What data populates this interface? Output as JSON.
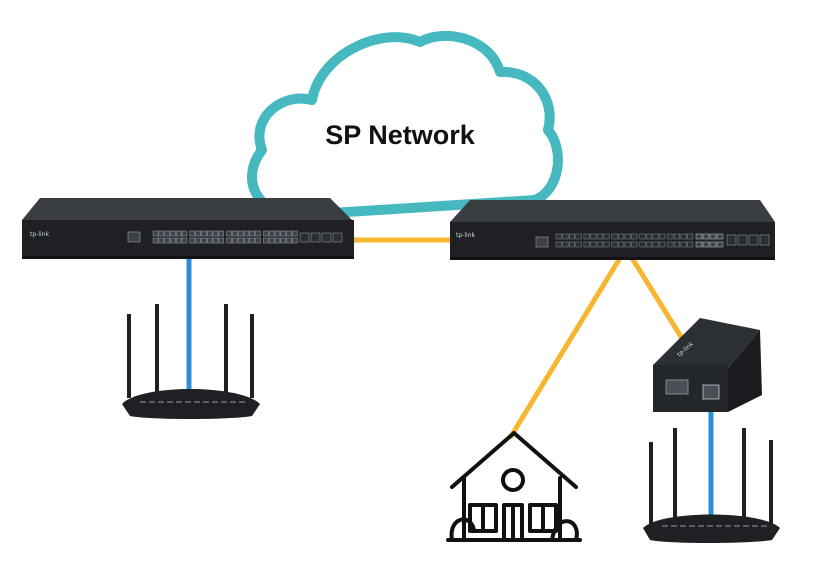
{
  "cloud": {
    "label": "SP Network"
  },
  "devices": {
    "switch_left": {
      "brand": "tp-link"
    },
    "switch_right": {
      "brand": "tp-link"
    },
    "media_converter": {
      "brand": "tp-link"
    }
  },
  "colors": {
    "cloud_stroke": "#45B8C0",
    "fiber_link": "#F7B630",
    "ethernet_link": "#2C8FD8",
    "device_body": "#2A2C30",
    "device_face": "#1E2023"
  },
  "icons": [
    "cloud-icon",
    "switch-icon",
    "router-icon",
    "house-icon",
    "media-converter-icon"
  ]
}
